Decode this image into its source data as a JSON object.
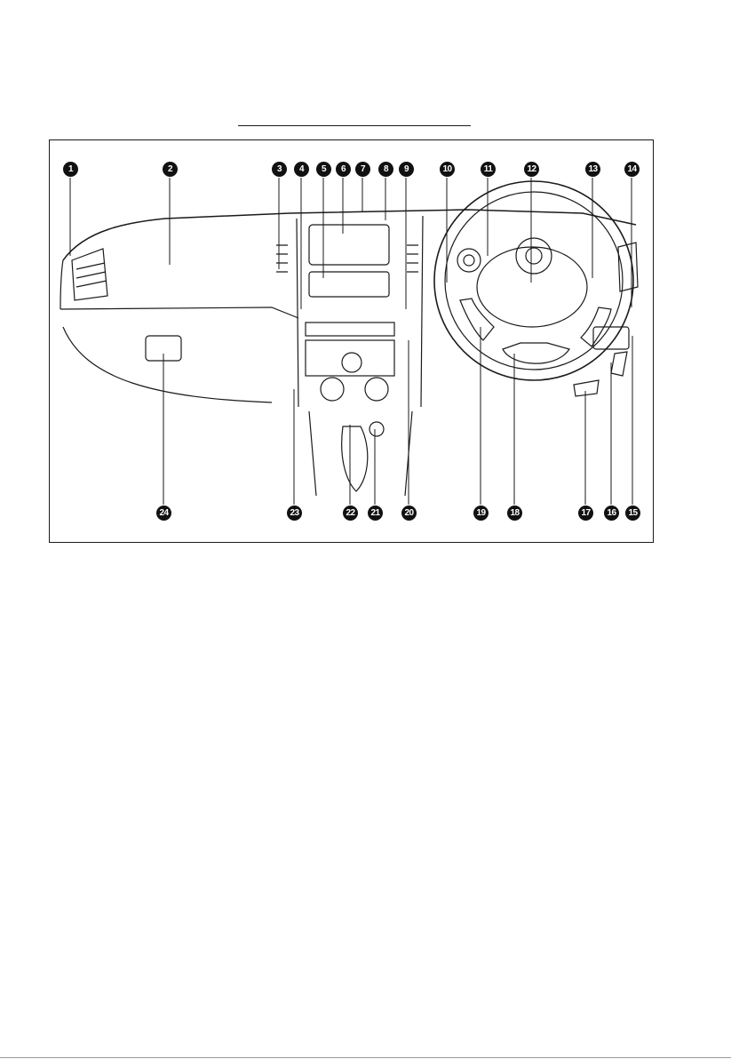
{
  "callouts_top": [
    "1",
    "2",
    "3",
    "4",
    "5",
    "6",
    "7",
    "8",
    "9",
    "10",
    "11",
    "12",
    "13",
    "14"
  ],
  "callouts_bottom": [
    "24",
    "23",
    "22",
    "21",
    "20",
    "19",
    "18",
    "17",
    "16",
    "15"
  ]
}
